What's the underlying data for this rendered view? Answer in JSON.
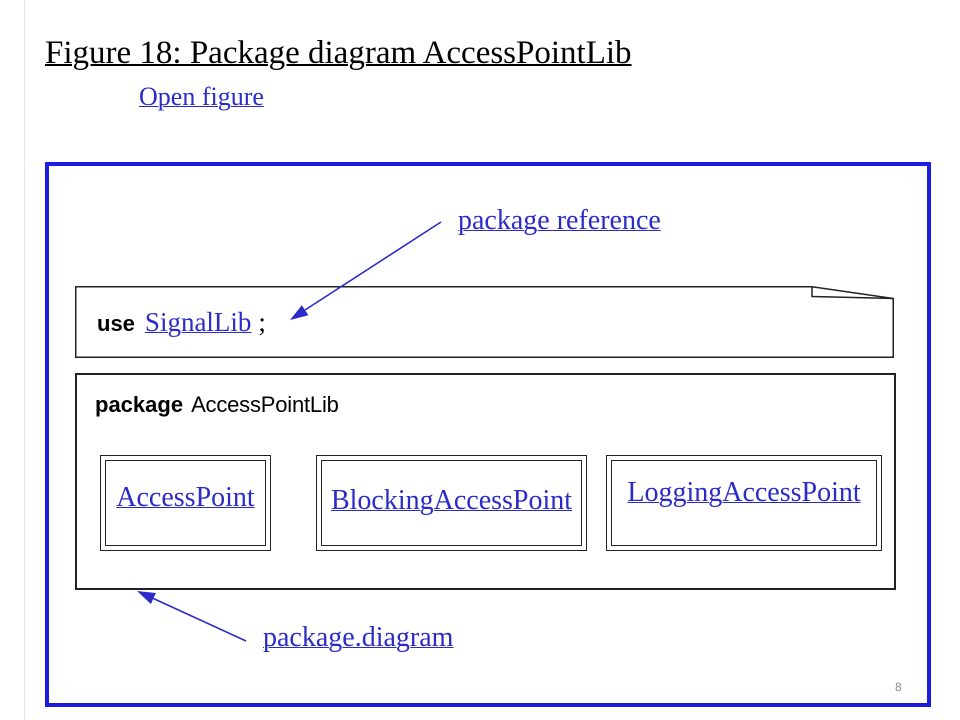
{
  "figure": {
    "title": "Figure 18: Package diagram AccessPointLib",
    "open_link": "Open figure"
  },
  "diagram": {
    "reference_callout": "package reference",
    "use_clause": {
      "keyword": "use",
      "library": "SignalLib",
      "terminator": ";"
    },
    "package": {
      "keyword": "package",
      "name": "AccessPointLib",
      "members": [
        "AccessPoint",
        "BlockingAccessPoint",
        "LoggingAccessPoint"
      ]
    },
    "diagram_callout": "package.diagram"
  },
  "page_number": "8",
  "colors": {
    "link": "#2b2bc9",
    "frame": "#1c1ce0",
    "text": "#000000",
    "page_number": "#8c8c8c"
  }
}
